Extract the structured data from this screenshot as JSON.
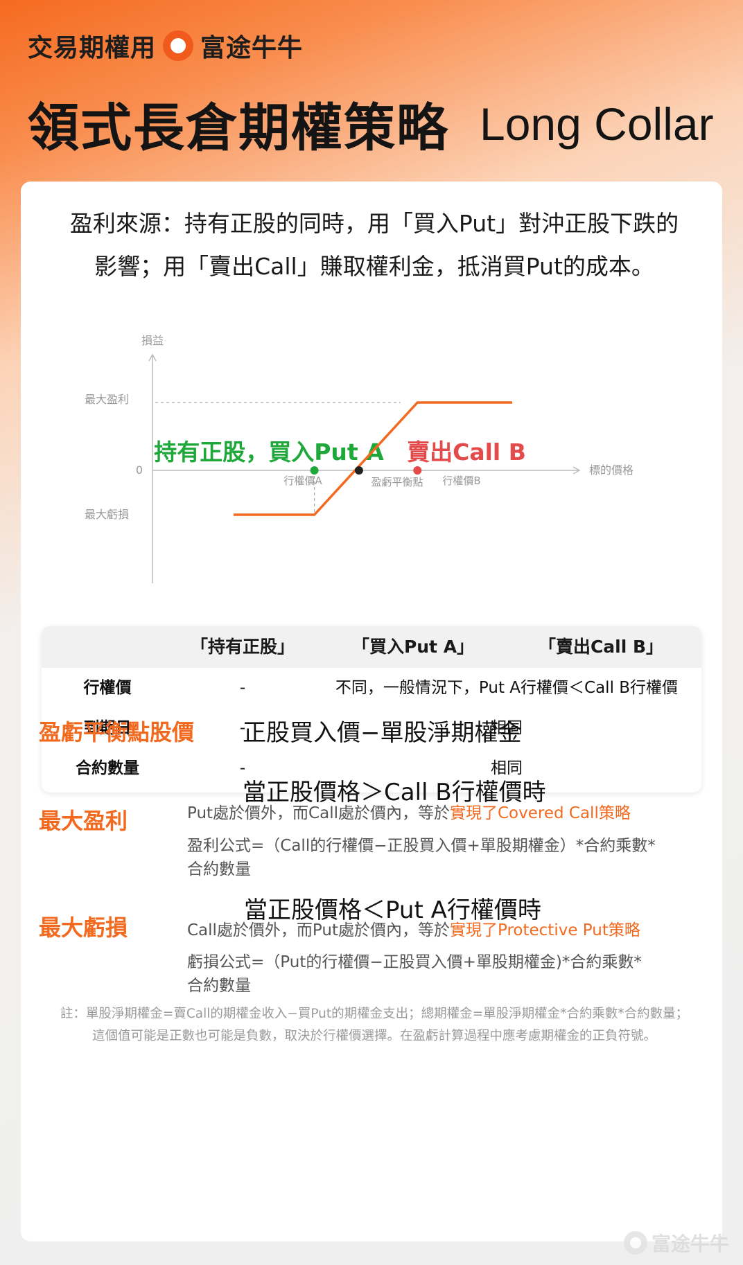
{
  "header": {
    "brand_prefix": "交易期權用",
    "brand_name": "富途牛牛",
    "title_cn": "領式長倉期權策略",
    "title_en": "Long Collar"
  },
  "intro": {
    "line1": "盈利來源：持有正股的同時，用「買入Put」對沖正股下跌的",
    "line2": "影響；用「賣出Call」賺取權利金，抵消買Put的成本。"
  },
  "chart": {
    "y_axis_label": "損益",
    "x_axis_label": "標的價格",
    "max_profit_label": "最大盈利",
    "zero_label": "0",
    "max_loss_label": "最大虧損",
    "put_annotation": "持有正股，買入Put A",
    "call_annotation": "賣出Call B",
    "strike_a_label": "行權價A",
    "breakeven_label": "盈虧平衡點",
    "strike_b_label": "行權價B",
    "colors": {
      "payoff": "#f26a1f",
      "put": "#1fa83a",
      "call": "#e34a4a",
      "breakeven": "#222222",
      "axis": "#bbbbbb"
    }
  },
  "chart_data": {
    "type": "line",
    "series": [
      {
        "x": [
          0.0,
          0.29,
          0.66,
          1.0
        ],
        "y": [
          -1,
          -1,
          1,
          1
        ]
      }
    ],
    "points": [
      {
        "name": "行權價A",
        "x": 0.29,
        "y": 0
      },
      {
        "name": "盈虧平衡點",
        "x": 0.45,
        "y": 0
      },
      {
        "name": "行權價B",
        "x": 0.66,
        "y": 0
      }
    ],
    "xlabel": "標的價格",
    "ylabel": "損益"
  },
  "table": {
    "headers": [
      "「持有正股」",
      "「買入Put  A」",
      "「賣出Call B」"
    ],
    "rows": [
      {
        "label": "行權價",
        "stock": "-",
        "options": "不同，一般情況下，Put A行權價＜Call B行權價"
      },
      {
        "label": "到期日",
        "stock": "-",
        "options": "相同"
      },
      {
        "label": "合約數量",
        "stock": "-",
        "options": "相同"
      }
    ]
  },
  "breakeven": {
    "label": "盈虧平衡點股價",
    "formula": "正股買入價−單股淨期權金"
  },
  "max_profit": {
    "label": "最大盈利",
    "condition": "當正股價格＞Call B行權價時",
    "desc_prefix": "Put處於價外，而Call處於價內，等於",
    "desc_highlight": "實現了Covered Call策略",
    "formula_line1": "盈利公式=（Call的行權價−正股買入價+單股期權金）*合約乘數*",
    "formula_line2": "合約數量"
  },
  "max_loss": {
    "label": "最大虧損",
    "condition": "當正股價格＜Put A行權價時",
    "desc_prefix": "Call處於價外，而Put處於價內，等於",
    "desc_highlight": "實現了Protective Put策略",
    "formula_line1": "虧損公式=（Put的行權價−正股買入價+單股期權金)*合約乘數*",
    "formula_line2": "合約數量"
  },
  "note": {
    "line1": "註：單股淨期權金=賣Call的期權金收入−買Put的期權金支出；總期權金=單股淨期權金*合約乘數*合約數量；",
    "line2": "這個值可能是正數也可能是負數，取決於行權價選擇。在盈虧計算過程中應考慮期權金的正負符號。"
  },
  "watermark": {
    "text": "富途牛牛"
  }
}
